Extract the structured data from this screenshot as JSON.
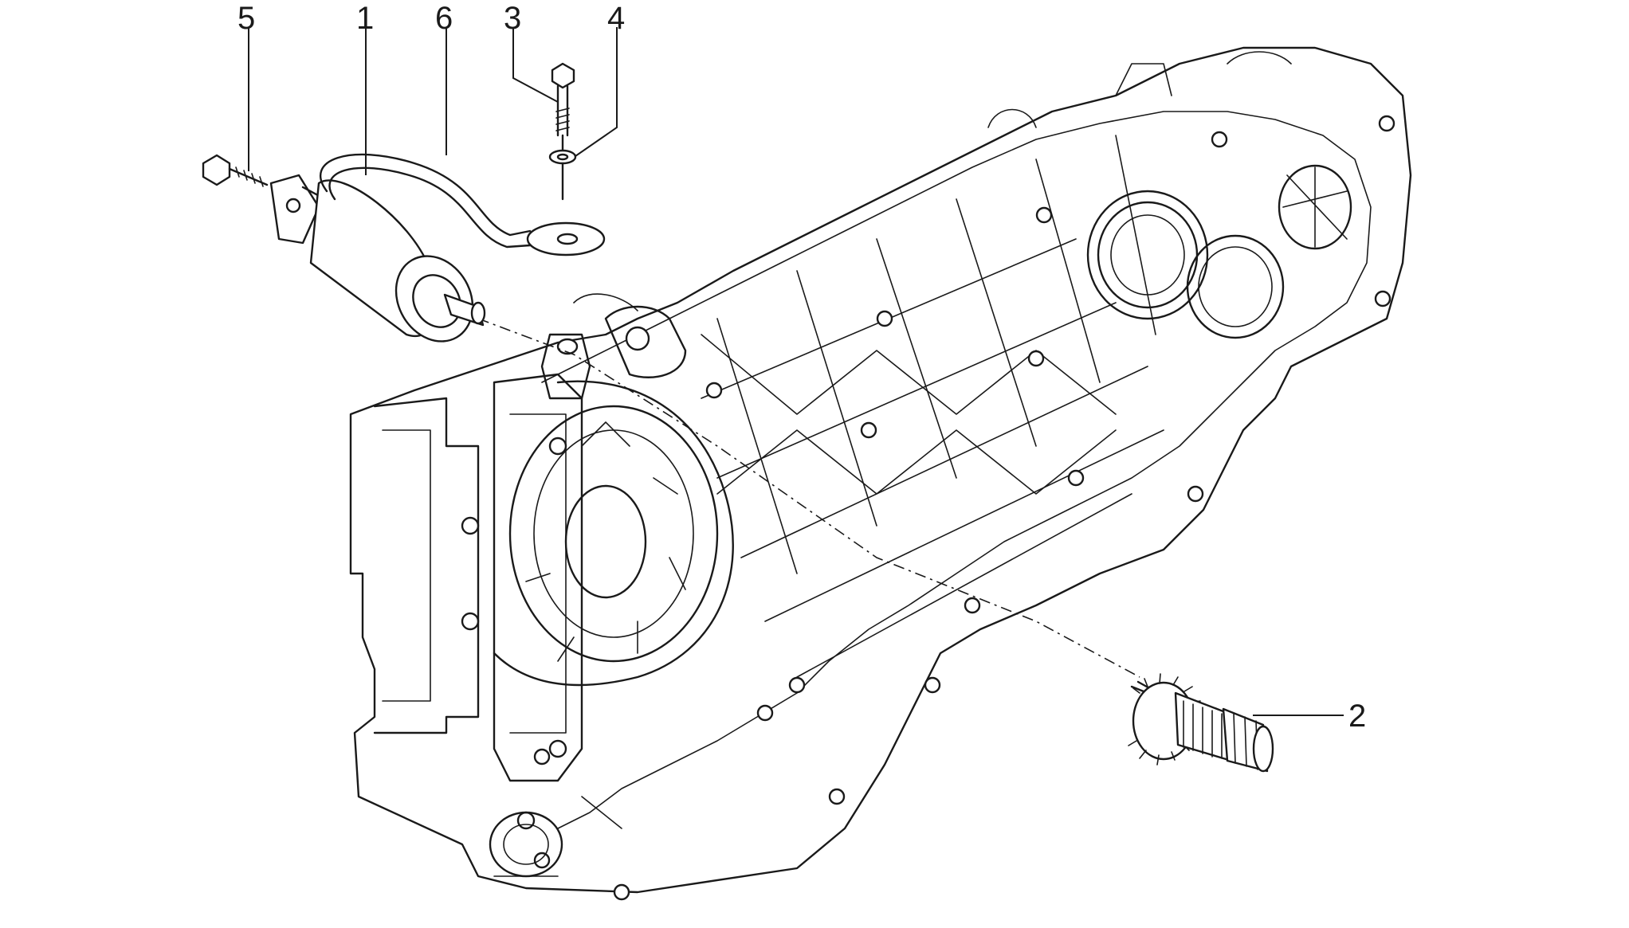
{
  "callouts": [
    {
      "id": "1",
      "text": "1"
    },
    {
      "id": "2",
      "text": "2"
    },
    {
      "id": "3",
      "text": "3"
    },
    {
      "id": "4",
      "text": "4"
    },
    {
      "id": "5",
      "text": "5"
    },
    {
      "id": "6",
      "text": "6"
    }
  ],
  "colors": {
    "ink": "#1a1a1a",
    "background": "#ffffff"
  }
}
